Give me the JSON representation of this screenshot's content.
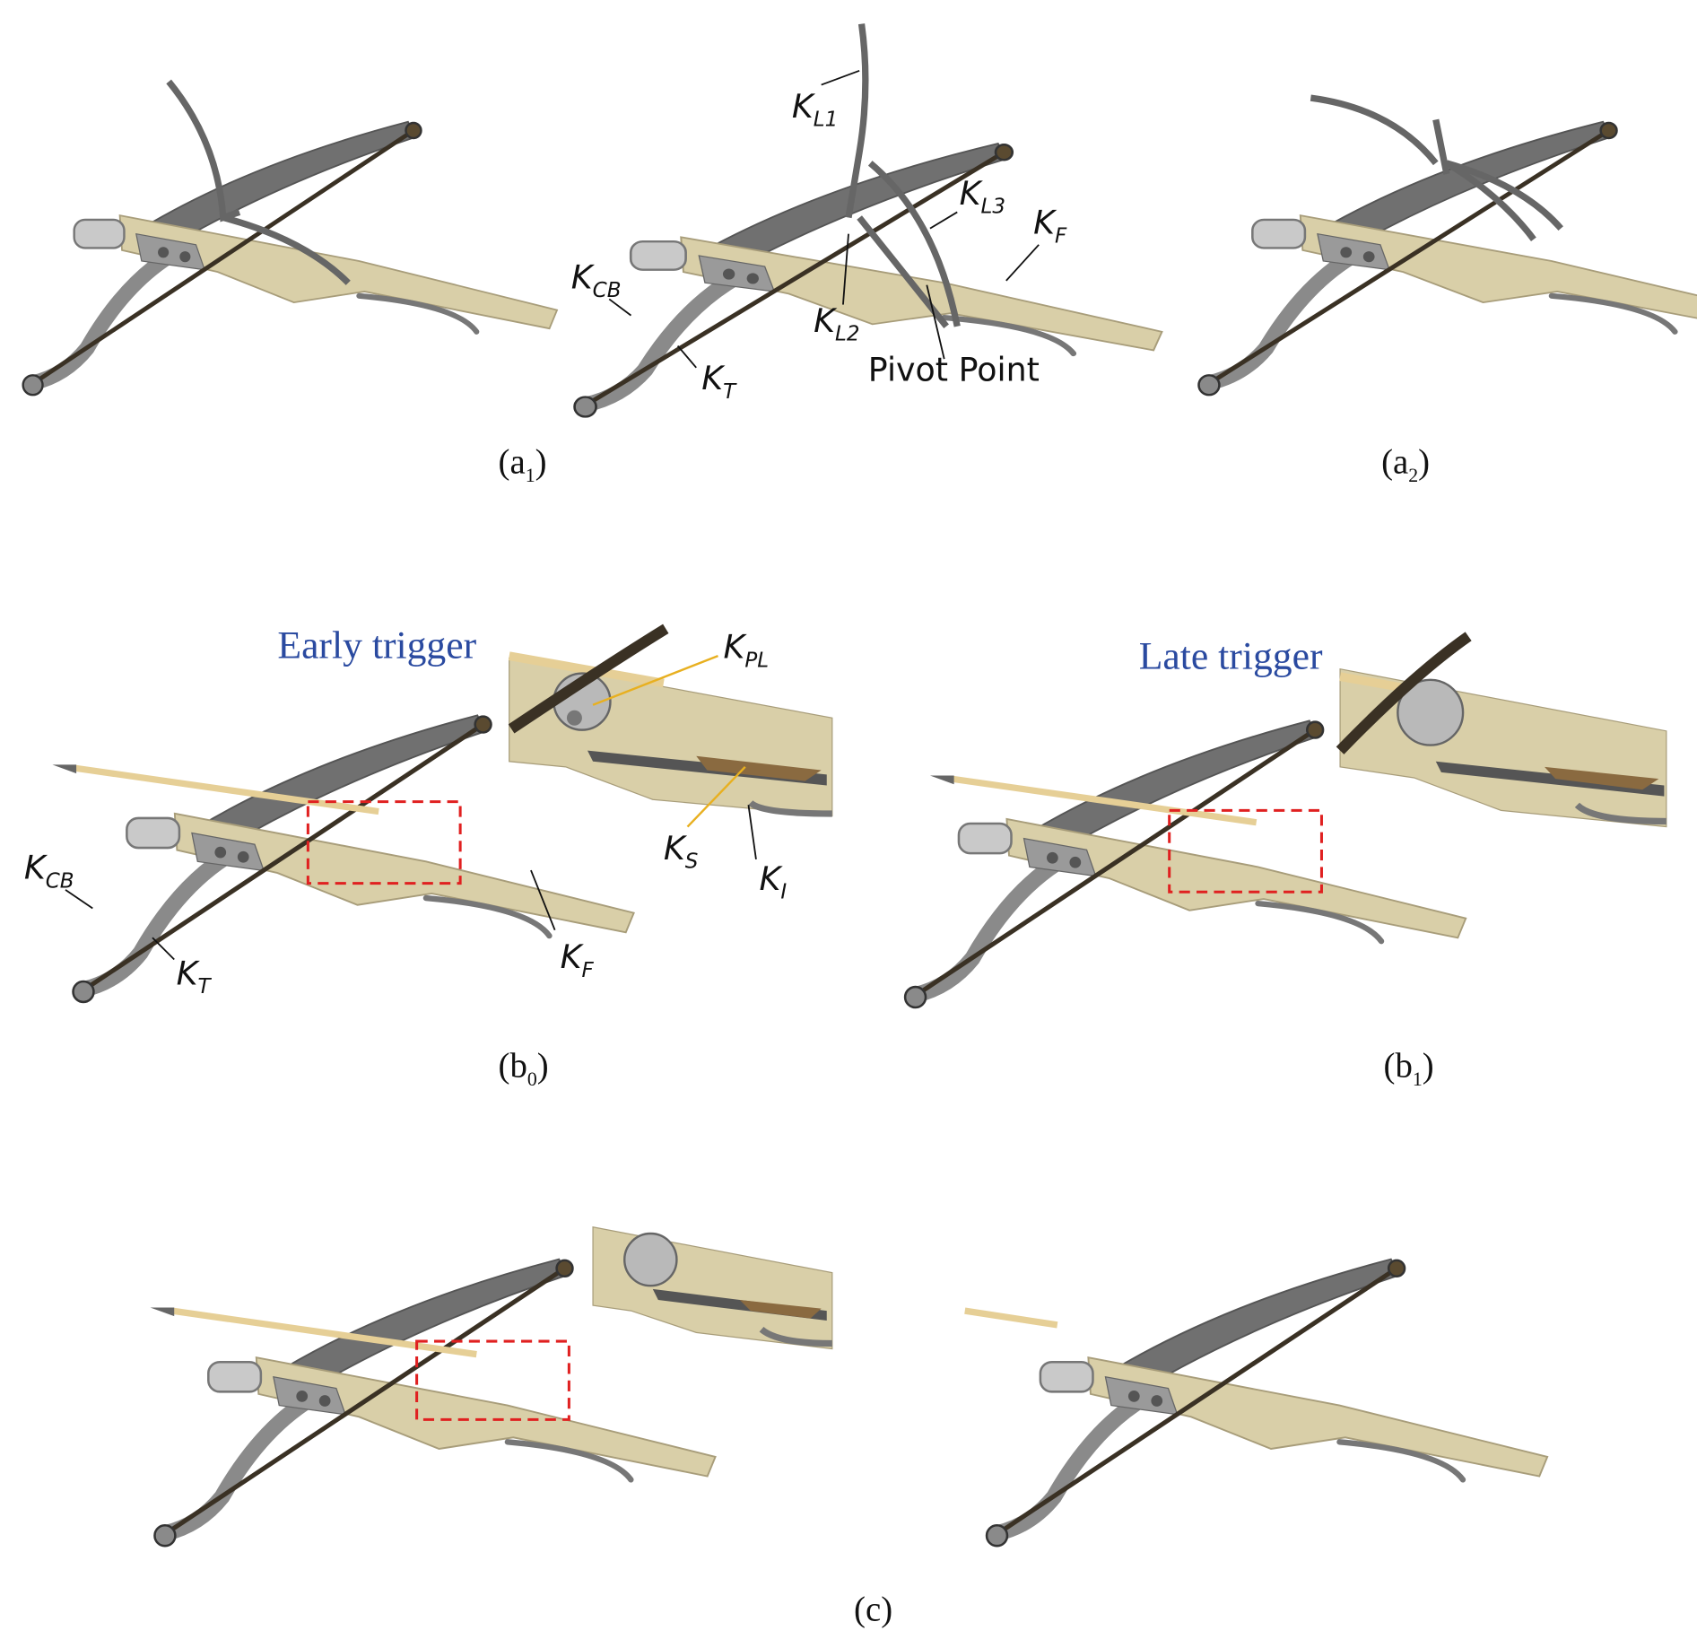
{
  "labels": {
    "KL1": {
      "main": "K",
      "sub": "L1"
    },
    "KL2": {
      "main": "K",
      "sub": "L2"
    },
    "KL3": {
      "main": "K",
      "sub": "L3"
    },
    "KF": {
      "main": "K",
      "sub": "F"
    },
    "KCB": {
      "main": "K",
      "sub": "CB"
    },
    "KT": {
      "main": "K",
      "sub": "T"
    },
    "KPL": {
      "main": "K",
      "sub": "PL"
    },
    "KS": {
      "main": "K",
      "sub": "S"
    },
    "KI": {
      "main": "K",
      "sub": "I"
    },
    "pivot": "Pivot Point"
  },
  "triggers": {
    "early": "Early trigger",
    "late": "Late trigger"
  },
  "captions": {
    "a1": {
      "main": "(a",
      "sub": "1",
      "end": ")"
    },
    "a2": {
      "main": "(a",
      "sub": "2",
      "end": ")"
    },
    "b0": {
      "main": "(b",
      "sub": "0",
      "end": ")"
    },
    "b1": {
      "main": "(b",
      "sub": "1",
      "end": ")"
    },
    "c": "(c)"
  },
  "colors": {
    "stock": "#d9cfa8",
    "metal": "#6f6f6f",
    "string": "#3a3124",
    "highlight": "#e02020",
    "trigger_text": "#2a4aa0"
  }
}
